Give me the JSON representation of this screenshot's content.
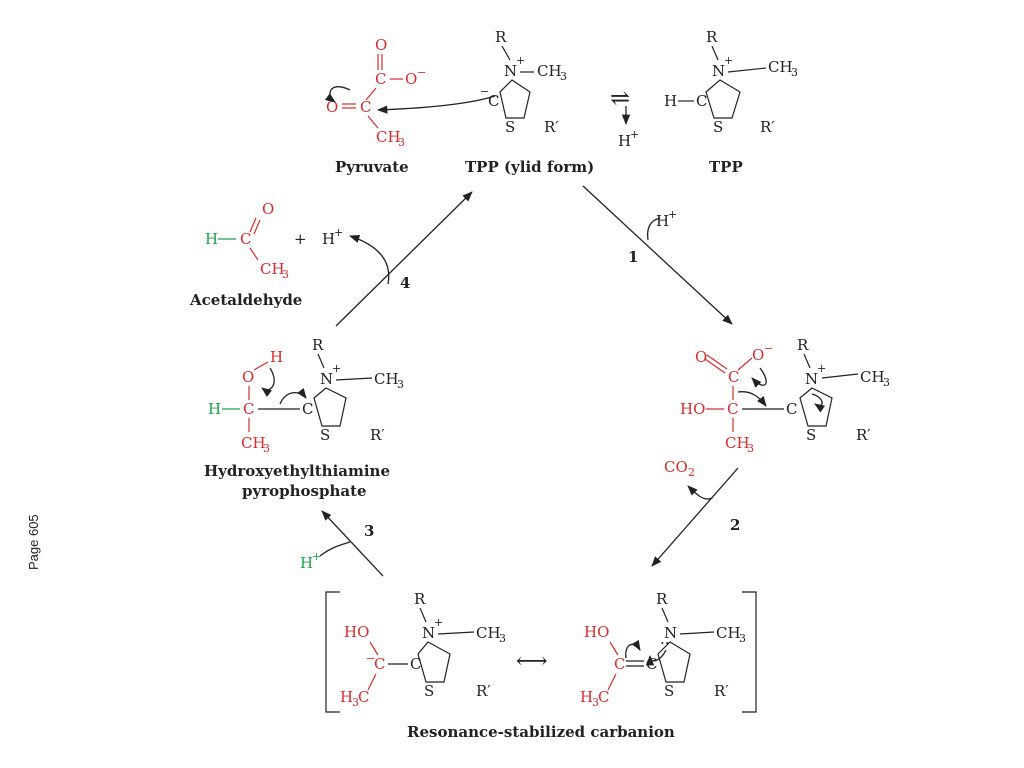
{
  "side_label": "Page 605",
  "compounds": {
    "pyruvate": "Pyruvate",
    "tpp_ylid": "TPP (ylid form)",
    "tpp": "TPP",
    "acetaldehyde": "Acetaldehyde",
    "hetpp_line1": "Hydroxyethylthiamine",
    "hetpp_line2": "pyrophosphate",
    "carbanion": "Resonance-stabilized carbanion"
  },
  "steps": {
    "s1": "1",
    "s2": "2",
    "s3": "3",
    "s4": "4"
  },
  "atoms": {
    "R": "R",
    "Rp": "R′",
    "N": "N",
    "C": "C",
    "S": "S",
    "O": "O",
    "H": "H",
    "HO": "HO",
    "plus": "+",
    "minus": "−",
    "Hplus": "H",
    "CH": "CH",
    "three": "3",
    "CO": "CO",
    "two": "2",
    "H3C_H": "H",
    "H3C_C": "C",
    "carboxylate": "C−O",
    "resonance": "⟷",
    "equil": "⇌",
    "Ominus": "O",
    "dots": "··"
  }
}
